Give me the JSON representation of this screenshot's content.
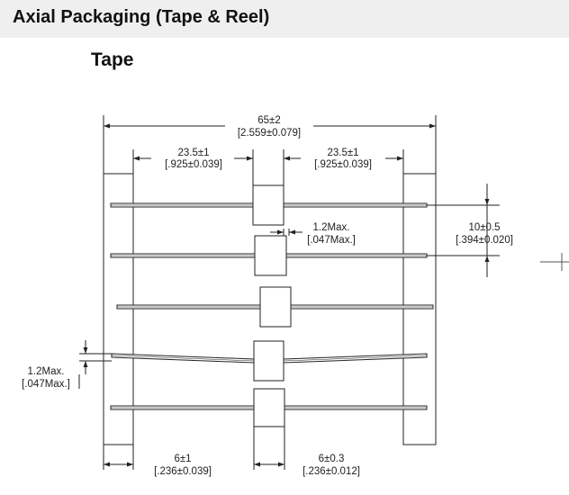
{
  "header": {
    "title": "Axial Packaging (Tape & Reel)"
  },
  "section": {
    "title": "Tape"
  },
  "dimensions": {
    "overall": {
      "value": "65±2",
      "alt": "[2.559±0.079]"
    },
    "lead_left": {
      "value": "23.5±1",
      "alt": "[.925±0.039]"
    },
    "lead_right": {
      "value": "23.5±1",
      "alt": "[.925±0.039]"
    },
    "pitch": {
      "value": "10±0.5",
      "alt": "[.394±0.020]"
    },
    "body_offset": {
      "value": "1.2Max.",
      "alt": "[.047Max.]"
    },
    "lead_bend": {
      "value": "1.2Max.",
      "alt": "[.047Max.]"
    },
    "tape_width": {
      "value": "6±1",
      "alt": "[.236±0.039]"
    },
    "body_position": {
      "value": "6±0.3",
      "alt": "[.236±0.012]"
    }
  }
}
